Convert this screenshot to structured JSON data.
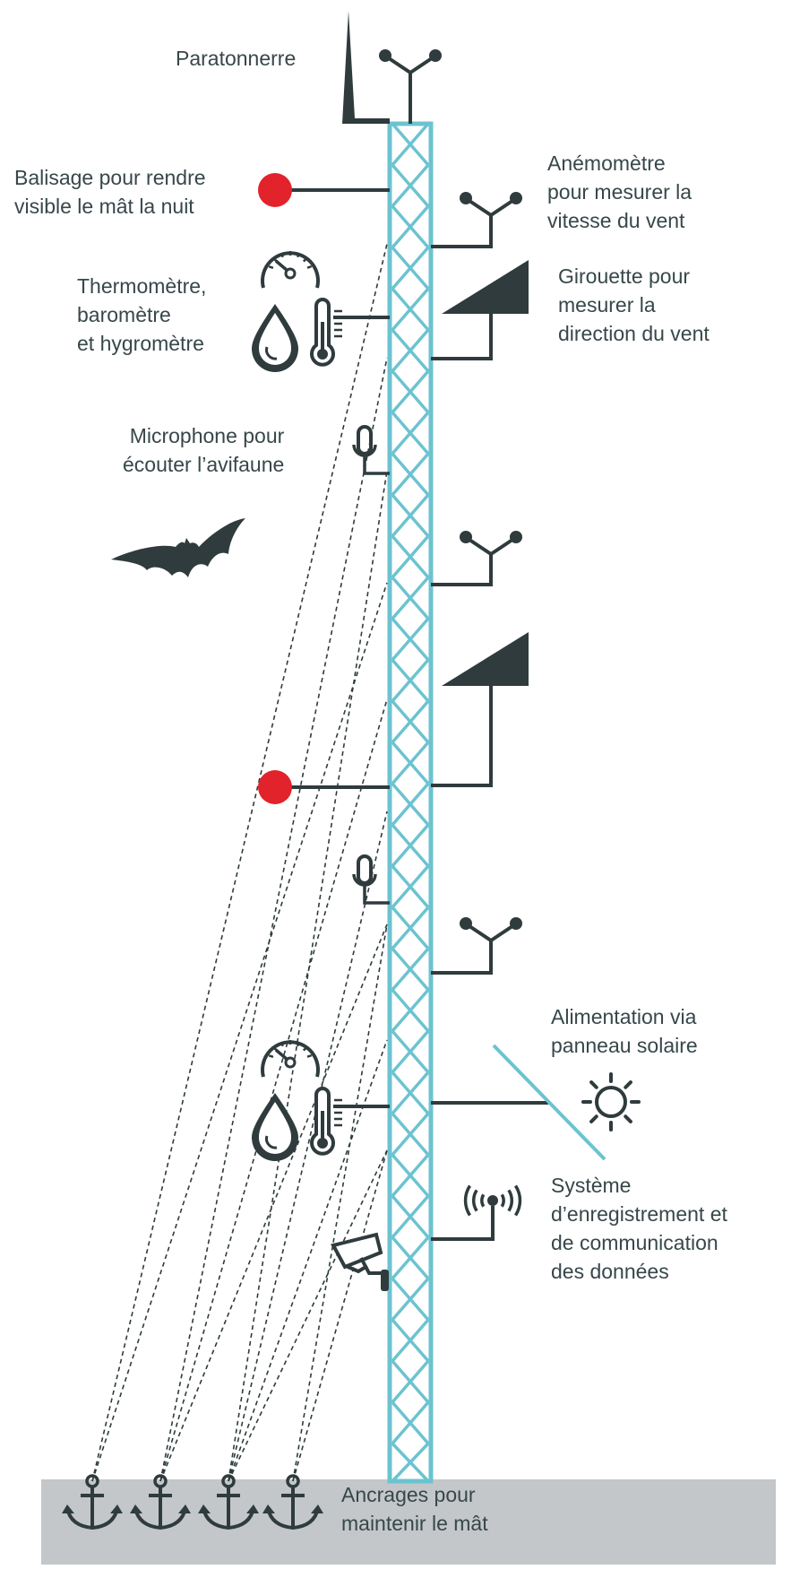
{
  "colors": {
    "mast": "#6cc3d0",
    "dark": "#2f3b3d",
    "red": "#e2232b",
    "ground": "#c3c7c9",
    "text": "#37474a",
    "panel": "#6cc3d0"
  },
  "icons": [
    "lightning-rod-icon",
    "anemometer-icon",
    "wind-vane-icon",
    "beacon-light-icon",
    "gauge-icon",
    "droplet-icon",
    "thermometer-icon",
    "microphone-icon",
    "bat-icon",
    "sun-icon",
    "wireless-signal-icon",
    "camera-icon",
    "anchor-icon"
  ],
  "labels": {
    "paratonnerre": "Paratonnerre",
    "balisage": "Balisage pour rendre\nvisible le mât la nuit",
    "anemometre": "Anémomètre\npour mesurer la\nvitesse du vent",
    "thermometre": "Thermomètre,\nbaromètre\net  hygromètre",
    "girouette": "Girouette pour\nmesurer la\ndirection du vent",
    "microphone": "Microphone pour\nécouter l’avifaune",
    "alimentation": "Alimentation via\npanneau solaire",
    "systeme": "Système\nd’enregistrement et\nde communication\ndes données",
    "ancrages": "Ancrages pour\nmaintenir le mât"
  }
}
